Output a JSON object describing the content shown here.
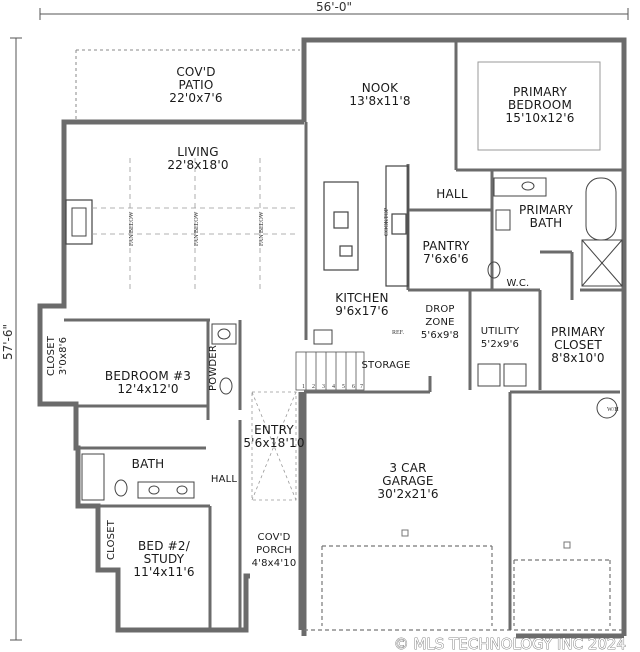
{
  "dimensions": {
    "width": "56'-0\"",
    "depth": "57'-6\""
  },
  "rooms": {
    "patio": {
      "name": "COV'D\nPATIO",
      "size": "22'0x7'6"
    },
    "nook": {
      "name": "NOOK",
      "size": "13'8x11'8"
    },
    "primary_bedroom": {
      "name": "PRIMARY\nBEDROOM",
      "size": "15'10x12'6"
    },
    "living": {
      "name": "LIVING",
      "size": "22'8x18'0"
    },
    "hall_top": {
      "name": "HALL"
    },
    "primary_bath": {
      "name": "PRIMARY\nBATH"
    },
    "pantry": {
      "name": "PANTRY",
      "size": "7'6x6'6"
    },
    "wc": {
      "name": "W.C."
    },
    "kitchen": {
      "name": "KITCHEN",
      "size": "9'6x17'6"
    },
    "drop_zone": {
      "name": "DROP\nZONE",
      "size": "5'6x9'8"
    },
    "utility": {
      "name": "UTILITY",
      "size": "5'2x9'6"
    },
    "primary_closet": {
      "name": "PRIMARY\nCLOSET",
      "size": "8'8x10'0"
    },
    "closet_left": {
      "name": "CLOSET",
      "size": "3'0x8'6"
    },
    "bedroom3": {
      "name": "BEDROOM #3",
      "size": "12'4x12'0"
    },
    "powder": {
      "name": "POWDER"
    },
    "storage": {
      "name": "STORAGE"
    },
    "entry": {
      "name": "ENTRY",
      "size": "5'6x18'10"
    },
    "garage": {
      "name": "3 CAR\nGARAGE",
      "size": "30'2x21'6"
    },
    "bath": {
      "name": "BATH"
    },
    "hall_bottom": {
      "name": "HALL"
    },
    "closet_bottom": {
      "name": "CLOSET"
    },
    "bed2": {
      "name": "BED #2/\nSTUDY",
      "size": "11'4x11'6"
    },
    "porch": {
      "name": "COV'D\nPORCH",
      "size": "4'8x4'10"
    }
  },
  "fixtures": {
    "fan_label": "FAN BELOW",
    "ref_label": "REF.",
    "stair_numbers": [
      "1",
      "2",
      "3",
      "4",
      "5",
      "6",
      "7"
    ],
    "wh_label": "W/H",
    "cooktop_label": "COOKTOP"
  },
  "watermark": "© MLS TECHNOLOGY INC 2024"
}
